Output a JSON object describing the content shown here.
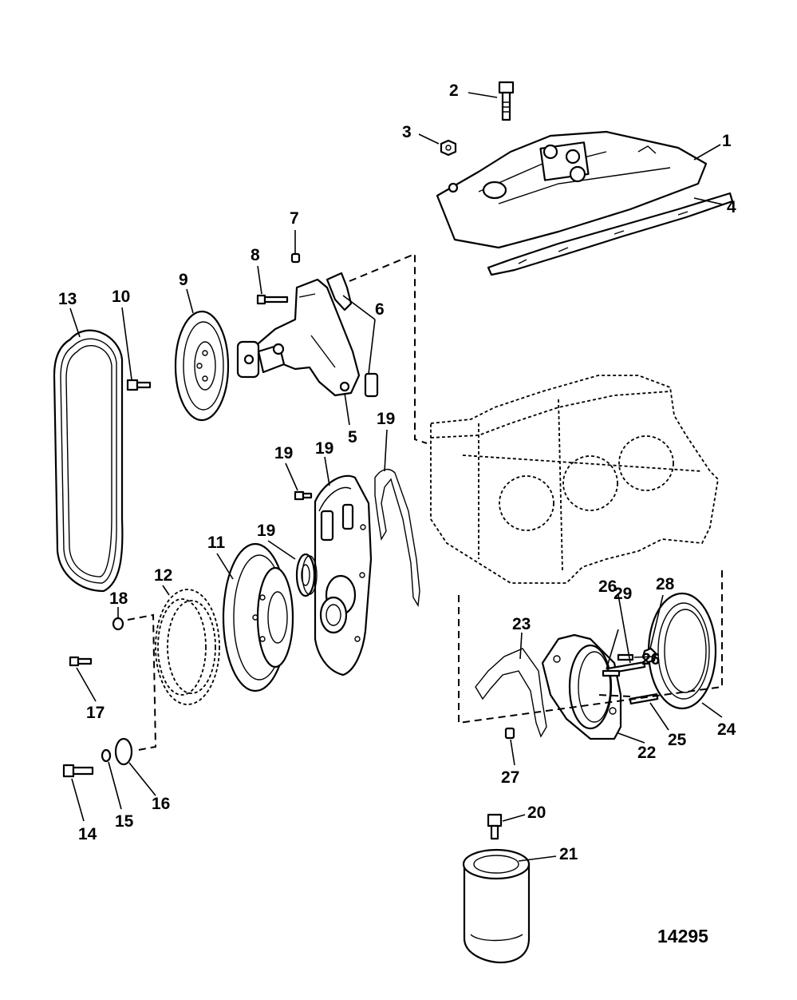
{
  "figure_number": "14295",
  "callouts": {
    "c1": "1",
    "c2": "2",
    "c3": "3",
    "c4": "4",
    "c5": "5",
    "c6": "6",
    "c7": "7",
    "c8": "8",
    "c9": "9",
    "c10": "10",
    "c11": "11",
    "c12": "12",
    "c13": "13",
    "c14": "14",
    "c15": "15",
    "c16": "16",
    "c17": "17",
    "c18": "18",
    "c19a": "19",
    "c19b": "19",
    "c19c": "19",
    "c19d": "19",
    "c20": "20",
    "c21": "21",
    "c22": "22",
    "c23": "23",
    "c24": "24",
    "c25": "25",
    "c26a": "26",
    "c26b": "26",
    "c27": "27",
    "c28": "28",
    "c29": "29"
  }
}
